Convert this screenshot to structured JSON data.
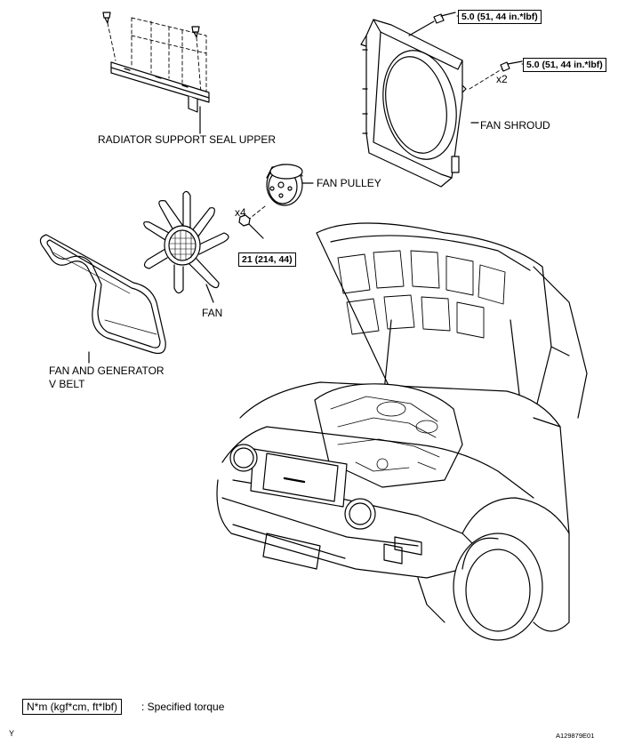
{
  "parts": {
    "seal": "RADIATOR SUPPORT SEAL UPPER",
    "shroud": "FAN SHROUD",
    "pulley": "FAN PULLEY",
    "fan": "FAN",
    "belt_line1": "FAN AND GENERATOR",
    "belt_line2": "V BELT"
  },
  "torques": {
    "shroud_top": "5.0 (51, 44 in.*lbf)",
    "shroud_side": "5.0 (51, 44 in.*lbf)",
    "pulley_nut": "21 (214, 44)"
  },
  "quantities": {
    "shroud_bolts": "x2",
    "pulley_nuts": "x4"
  },
  "legend": {
    "unit": "N*m (kgf*cm, ft*lbf)",
    "text": ": Specified torque"
  },
  "footer": {
    "left_code": "Y",
    "figure_id": "A129879E01"
  }
}
